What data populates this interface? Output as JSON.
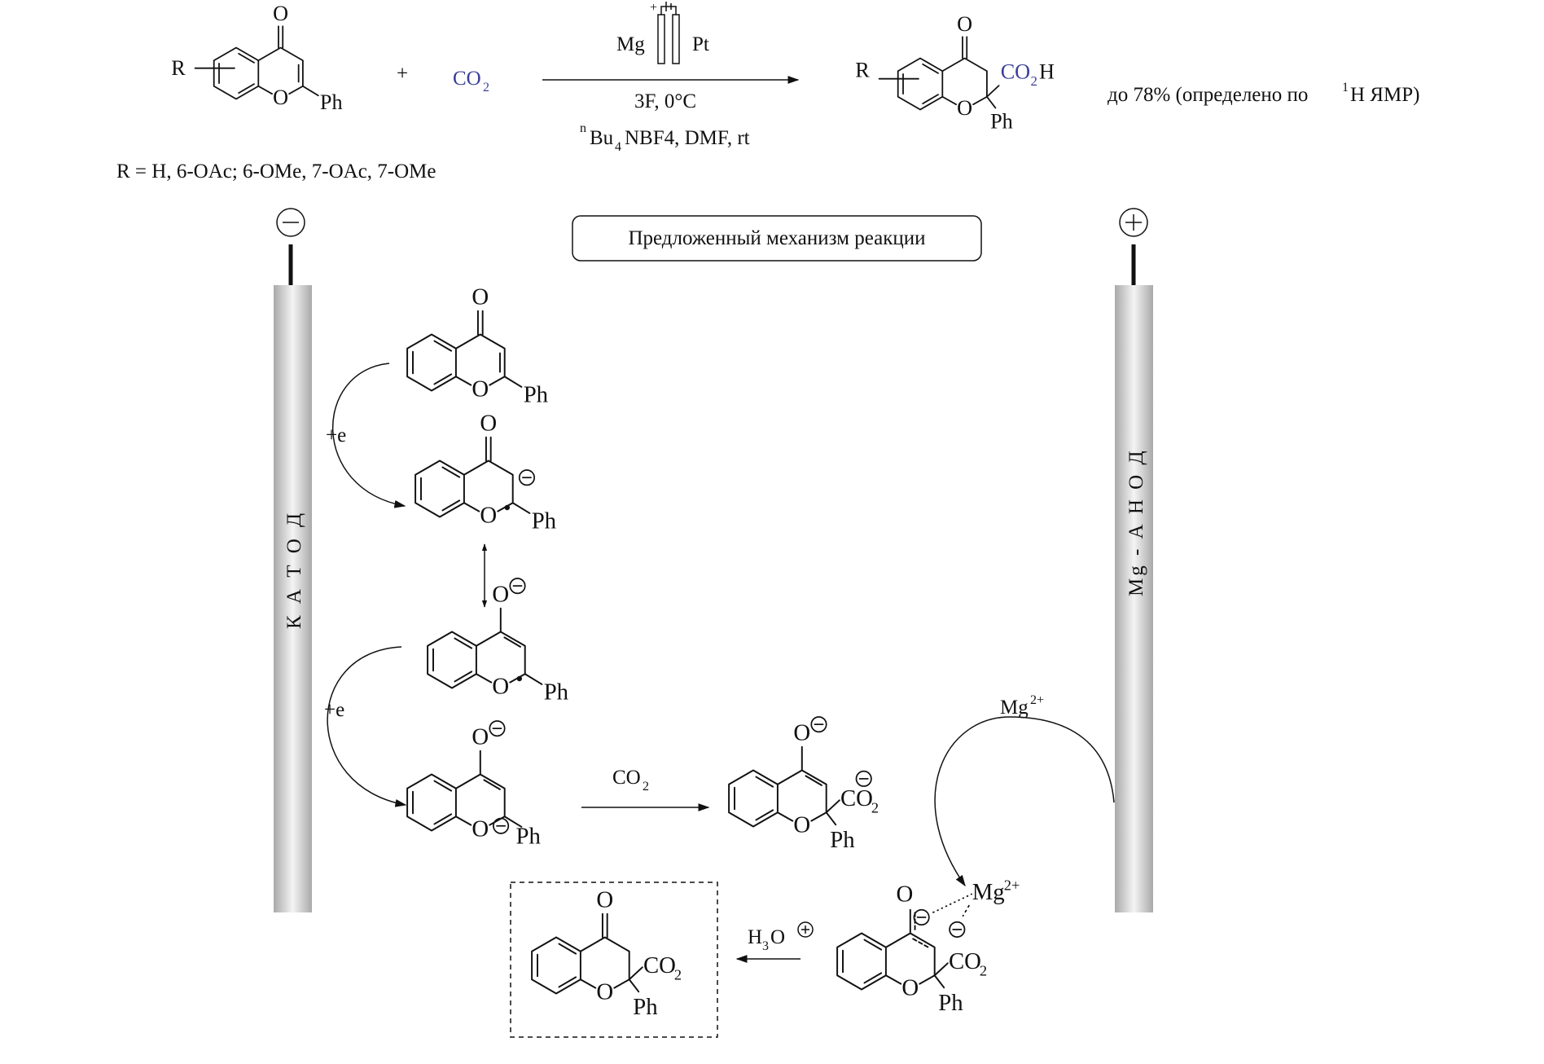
{
  "reaction": {
    "r_label": "R",
    "plus": "+",
    "co2": "CO",
    "co2_sub": "2",
    "r_scope": "R = H, 6-OAc; 6-OMe, 7-OAc, 7-OMe",
    "cell_left": "Mg",
    "cell_right": "Pt",
    "cell_plus": "+",
    "conditions_1": "3F, 0°C",
    "conditions_2_sup": "n",
    "conditions_2_a": "Bu",
    "conditions_2_sub": "4",
    "conditions_2_b": "NBF4, DMF, rt",
    "product_co2h_a": "CO",
    "product_co2h_sub": "2",
    "product_co2h_b": "H",
    "yield_a": "до 78% (определено по ",
    "yield_sup": "1",
    "yield_b": "H ЯМР)"
  },
  "mechanism_title": "Предложенный механизм реакции",
  "cathode": {
    "label": "К А Т О Д",
    "sign": "−"
  },
  "anode": {
    "label": "Mg - А Н О Д",
    "sign": "+"
  },
  "atoms": {
    "o": "O",
    "ph": "Ph",
    "co": "CO",
    "two": "2",
    "mg": "Mg",
    "two_plus": "2+",
    "h": "H",
    "three": "3",
    "minus": "−",
    "plus": "+"
  },
  "steps": {
    "electron_1": "+e",
    "electron_2": "+e",
    "co2_reagent": "CO",
    "co2_reagent_sub": "2",
    "mg_ion": "Mg",
    "mg_ion_sup": "2+",
    "acid_h": "H",
    "acid_sub": "3",
    "acid_o": "O"
  },
  "colors": {
    "blue_accent": "#3a3f98",
    "ink": "#111111",
    "electrode_light": "#f2f2f2",
    "electrode_dark": "#a9a9a9"
  }
}
